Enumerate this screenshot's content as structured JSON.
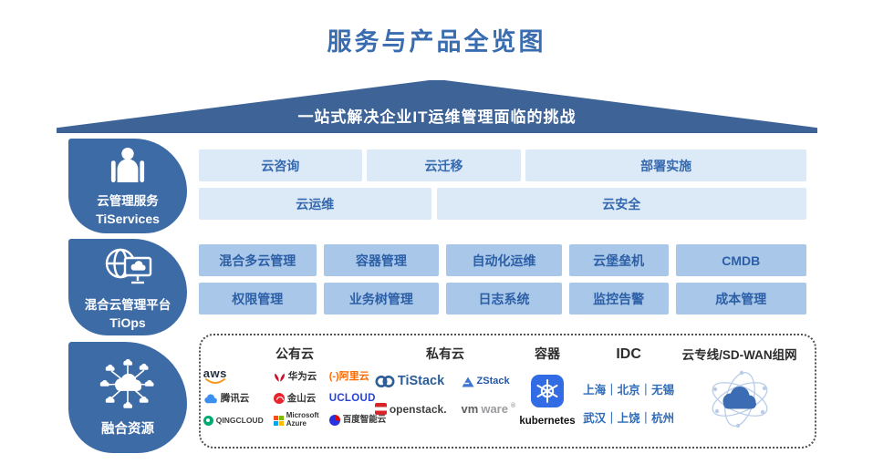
{
  "title": "服务与产品全览图",
  "banner": "一站式解决企业IT运维管理面临的挑战",
  "colors": {
    "title_blue": "#3a6cb0",
    "roof_blue": "#3d6397",
    "badge_blue": "#3d6ba6",
    "button_light_bg": "#dce9f7",
    "button_light_text": "#3569ae",
    "button_medium_bg": "#a9c7e9",
    "button_medium_text": "#2c5fa6",
    "kubernetes_blue": "#326ce5",
    "aws_orange": "#f7981d",
    "alibaba_orange": "#ff6a00",
    "openstack_red": "#d8232a",
    "idc_text_blue": "#2e6bb8"
  },
  "sections": {
    "tiservices": {
      "label_zh": "云管理服务",
      "label_en": "TiServices",
      "buttons_top": [
        "云咨询",
        "云迁移",
        "部署实施"
      ],
      "buttons_bottom": [
        "云运维",
        "云安全"
      ]
    },
    "tiops": {
      "label_zh": "混合云管理平台",
      "label_en": "TiOps",
      "buttons_top": [
        "混合多云管理",
        "容器管理",
        "自动化运维",
        "云堡垒机",
        "CMDB"
      ],
      "buttons_bottom": [
        "权限管理",
        "业务树管理",
        "日志系统",
        "监控告警",
        "成本管理"
      ]
    },
    "resources": {
      "label_zh": "融合资源",
      "public_cloud": {
        "header": "公有云",
        "logos": {
          "aws": "aws",
          "huawei": "华为云",
          "alibaba": "(-)阿里云",
          "tencent": "腾讯云",
          "kingsoft": "金山云",
          "ucloud": "UCLOUD",
          "qingcloud": "QINGCLOUD",
          "microsoft_line1": "Microsoft",
          "microsoft_line2": "Azure",
          "baidu": "百度智能云"
        }
      },
      "private_cloud": {
        "header": "私有云",
        "logos": {
          "tistack": "TiStack",
          "zstack": "ZStack",
          "openstack": "openstack.",
          "vmware_bold": "vm",
          "vmware_light": "ware"
        }
      },
      "container": {
        "header": "容器",
        "logo": "kubernetes"
      },
      "idc": {
        "header": "IDC",
        "line1": "上海｜北京｜无锡",
        "line2": "武汉｜上饶｜杭州"
      },
      "sdwan": {
        "header": "云专线/SD-WAN组网"
      }
    }
  }
}
